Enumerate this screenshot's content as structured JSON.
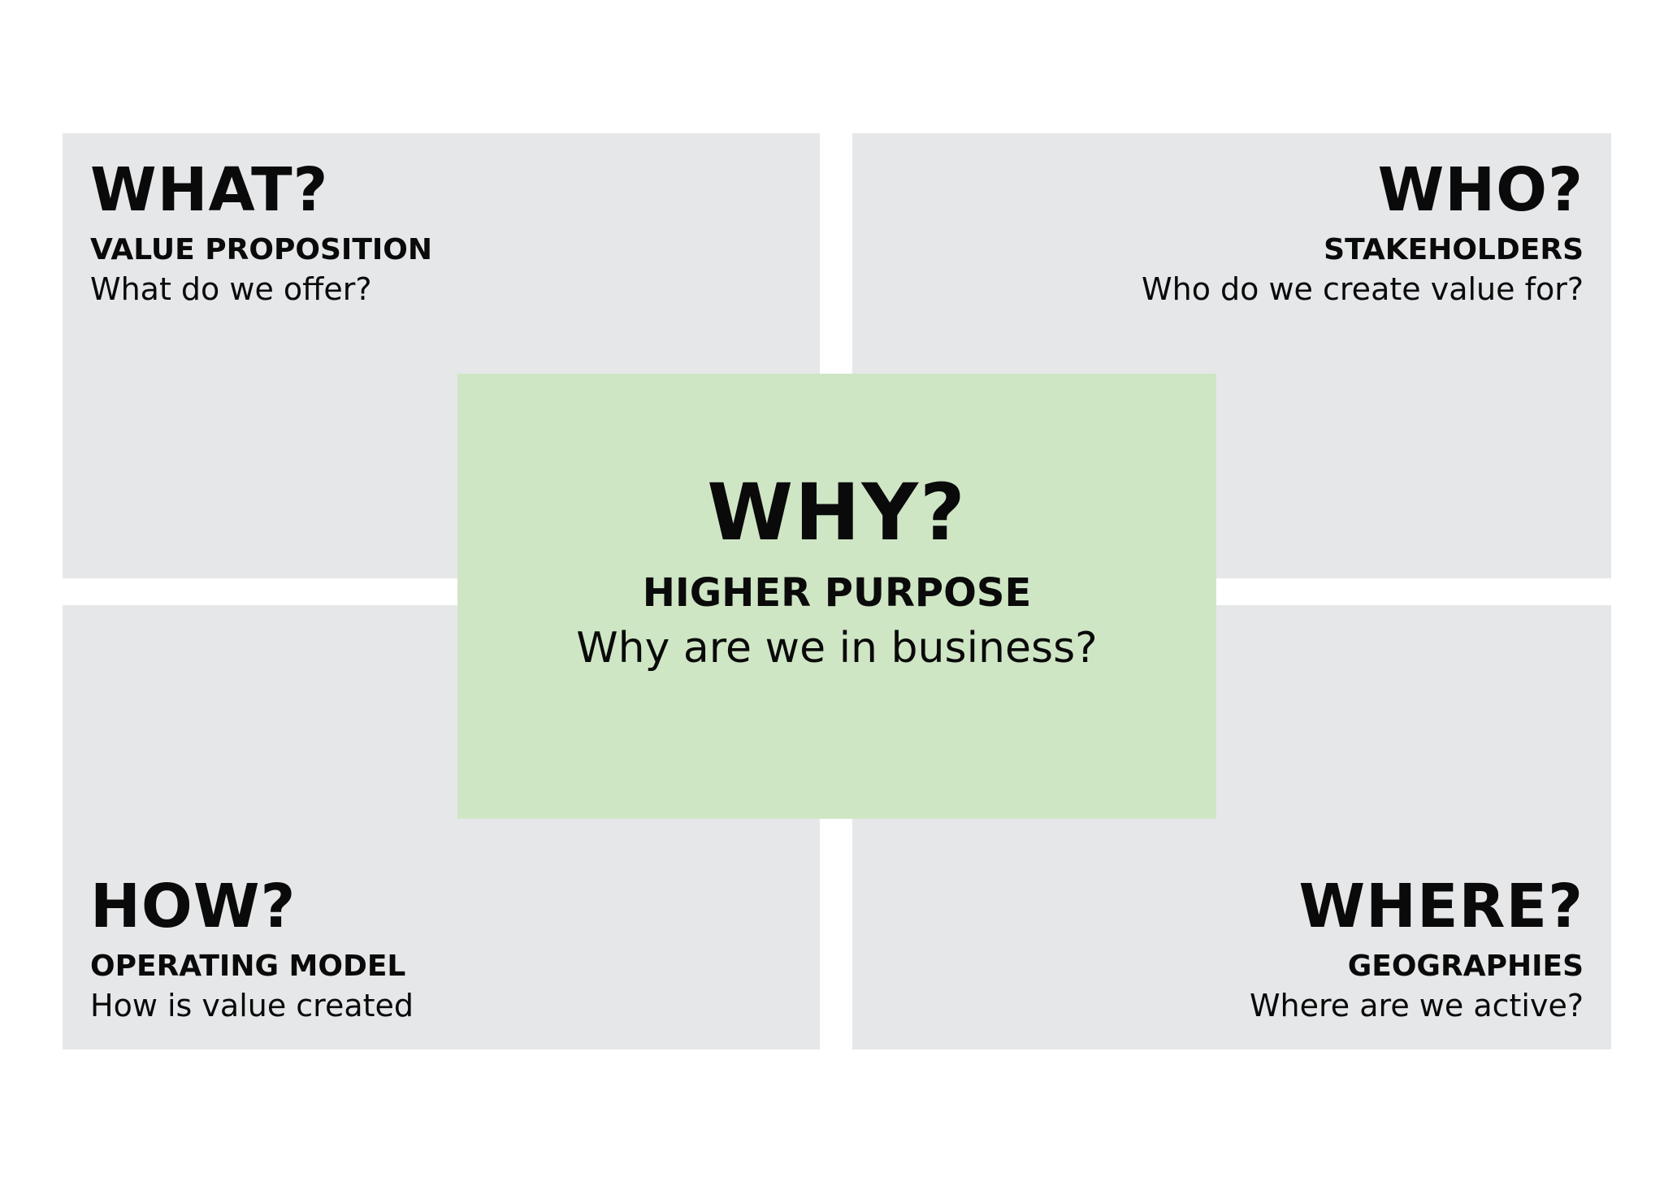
{
  "what": {
    "title": "WHAT?",
    "subtitle": "VALUE PROPOSITION",
    "question": "What do we offer?"
  },
  "who": {
    "title": "WHO?",
    "subtitle": "STAKEHOLDERS",
    "question": "Who do we create value for?"
  },
  "how": {
    "title": "HOW?",
    "subtitle": "OPERATING MODEL",
    "question": "How is value created"
  },
  "where": {
    "title": "WHERE?",
    "subtitle": "GEOGRAPHIES",
    "question": "Where are we active?"
  },
  "why": {
    "title": "WHY?",
    "subtitle": "HIGHER PURPOSE",
    "question": "Why are we in business?"
  },
  "colors": {
    "quadrant_background": "#e6e7e9",
    "center_background": "#cfe6c5",
    "text": "#0a0a0a"
  }
}
